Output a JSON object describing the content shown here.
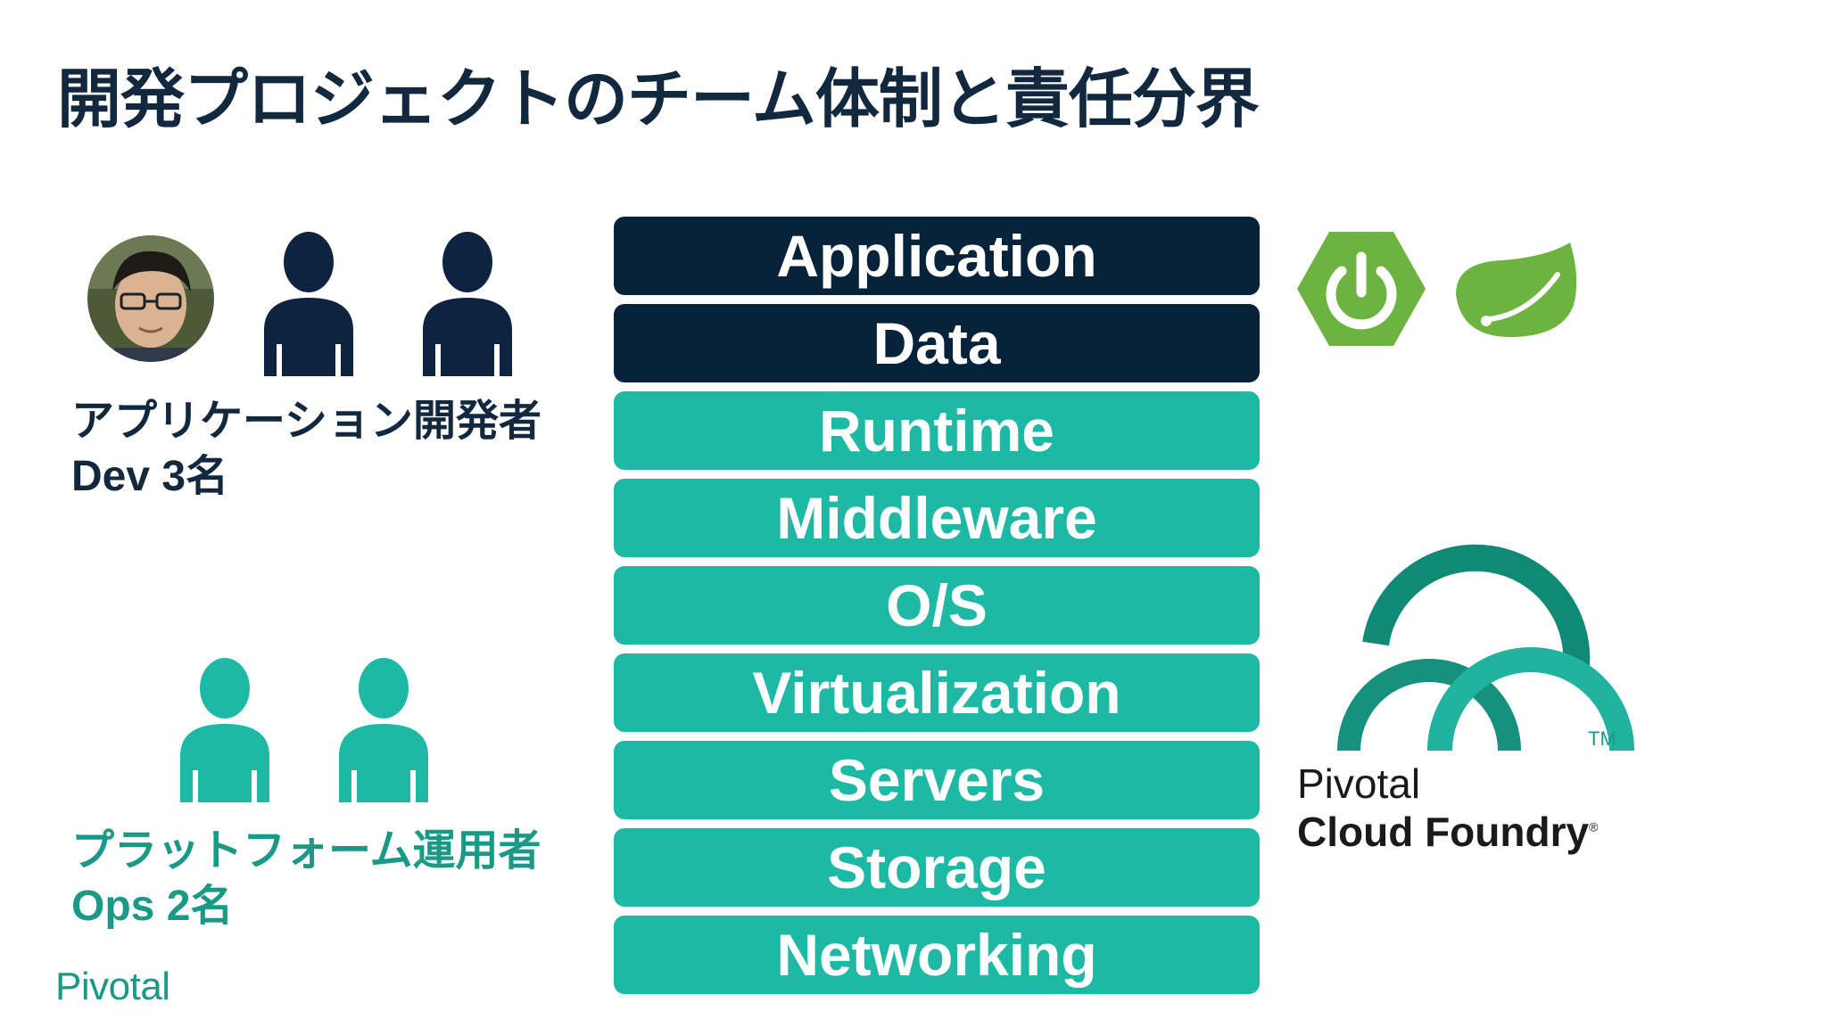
{
  "slide": {
    "title": "開発プロジェクトのチーム体制と責任分界"
  },
  "dev_team": {
    "label": "アプリケーション開発者",
    "count": "Dev 3名",
    "color": "#12283f"
  },
  "ops_team": {
    "label": "プラットフォーム運用者",
    "count": "Ops 2名",
    "color": "#1a9a86"
  },
  "stack": {
    "layers": [
      {
        "label": "Application",
        "owner": "dev"
      },
      {
        "label": "Data",
        "owner": "dev"
      },
      {
        "label": "Runtime",
        "owner": "ops"
      },
      {
        "label": "Middleware",
        "owner": "ops"
      },
      {
        "label": "O/S",
        "owner": "ops"
      },
      {
        "label": "Virtualization",
        "owner": "ops"
      },
      {
        "label": "Servers",
        "owner": "ops"
      },
      {
        "label": "Storage",
        "owner": "ops"
      },
      {
        "label": "Networking",
        "owner": "ops"
      }
    ],
    "dev_color": "#07223b",
    "ops_color": "#1db9a4"
  },
  "logos": {
    "pcf_line1": "Pivotal",
    "pcf_line2": "Cloud Foundry",
    "pcf_tm": "TM",
    "pcf_reg": "®",
    "footer": "Pivotal",
    "spring_color": "#6db33f"
  }
}
